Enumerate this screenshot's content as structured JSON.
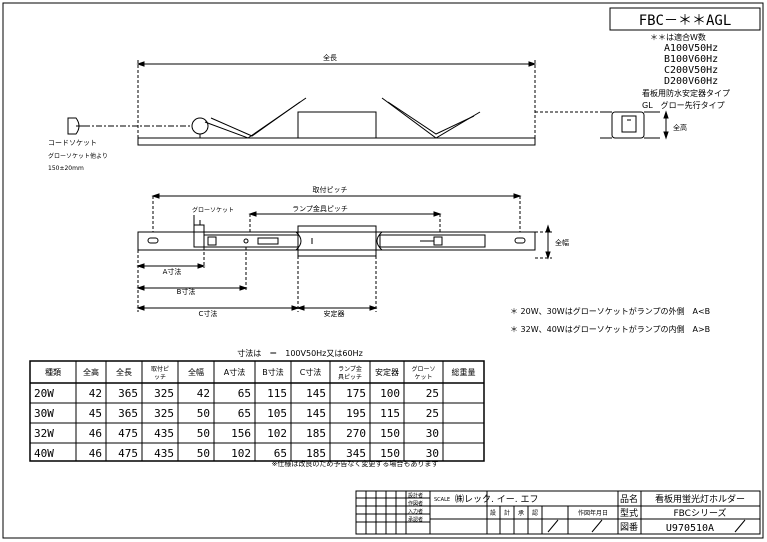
{
  "model_title": "FBC－＊＊AGL",
  "model_notes": [
    "＊＊は適合W数",
    "A100V50Hz",
    "B100V60Hz",
    "C200V50Hz",
    "D200V60Hz",
    "看板用防水安定器タイプ",
    "GL　グロー先行タイプ"
  ],
  "diagram_labels": {
    "total_length": "全長",
    "total_height": "全高",
    "cord_socket": "コードソケット",
    "glow_socket_cord": "グローソケット他より",
    "cord_length": "150±20mm",
    "mount_pitch": "取付ピッチ",
    "glow_socket": "グローソケット",
    "lamp_mount_pitch": "ランプ金具ピッチ",
    "total_width": "全幅",
    "dim_a": "A寸法",
    "dim_b": "B寸法",
    "dim_c": "C寸法",
    "ballast": "安定器"
  },
  "side_notes": [
    "＊ 20W、30Wはグローソケットがランプの外側　A<B",
    "＊ 32W、40Wはグローソケットがランプの内側　A>B"
  ],
  "table_caption": "寸法は　＝　100V50Hz又は60Hz",
  "table": {
    "headers": [
      "種類",
      "全高",
      "全長",
      "取付ピッチ",
      "全幅",
      "A寸法",
      "B寸法",
      "C寸法",
      "ランプ金具ピッチ",
      "安定器",
      "グローソケット",
      "総重量"
    ],
    "rows": [
      [
        "20W",
        "42",
        "365",
        "325",
        "42",
        "65",
        "115",
        "145",
        "175",
        "100",
        "25",
        ""
      ],
      [
        "30W",
        "45",
        "365",
        "325",
        "50",
        "65",
        "105",
        "145",
        "195",
        "115",
        "25",
        ""
      ],
      [
        "32W",
        "46",
        "475",
        "435",
        "50",
        "156",
        "102",
        "185",
        "270",
        "150",
        "30",
        ""
      ],
      [
        "40W",
        "46",
        "475",
        "435",
        "50",
        "102",
        "65",
        "185",
        "345",
        "150",
        "30",
        ""
      ]
    ]
  },
  "table_footnote": "※仕様は改良のため予告なく変更する場合もあります",
  "title_block": {
    "revision_labels": [
      "設計者",
      "作図者",
      "入力者",
      "承認者"
    ],
    "company_prefix": "SCALE",
    "company": "㈱レック. イー. エフ",
    "product_label": "品名",
    "product_name": "看板用蛍光灯ホルダー",
    "type_label": "型式",
    "series_name": "FBCシリーズ",
    "drawing_label": "図番",
    "drawing_number": "U970510A",
    "sign_labels": [
      "設",
      "計",
      "承",
      "認",
      "作図年月日"
    ]
  }
}
